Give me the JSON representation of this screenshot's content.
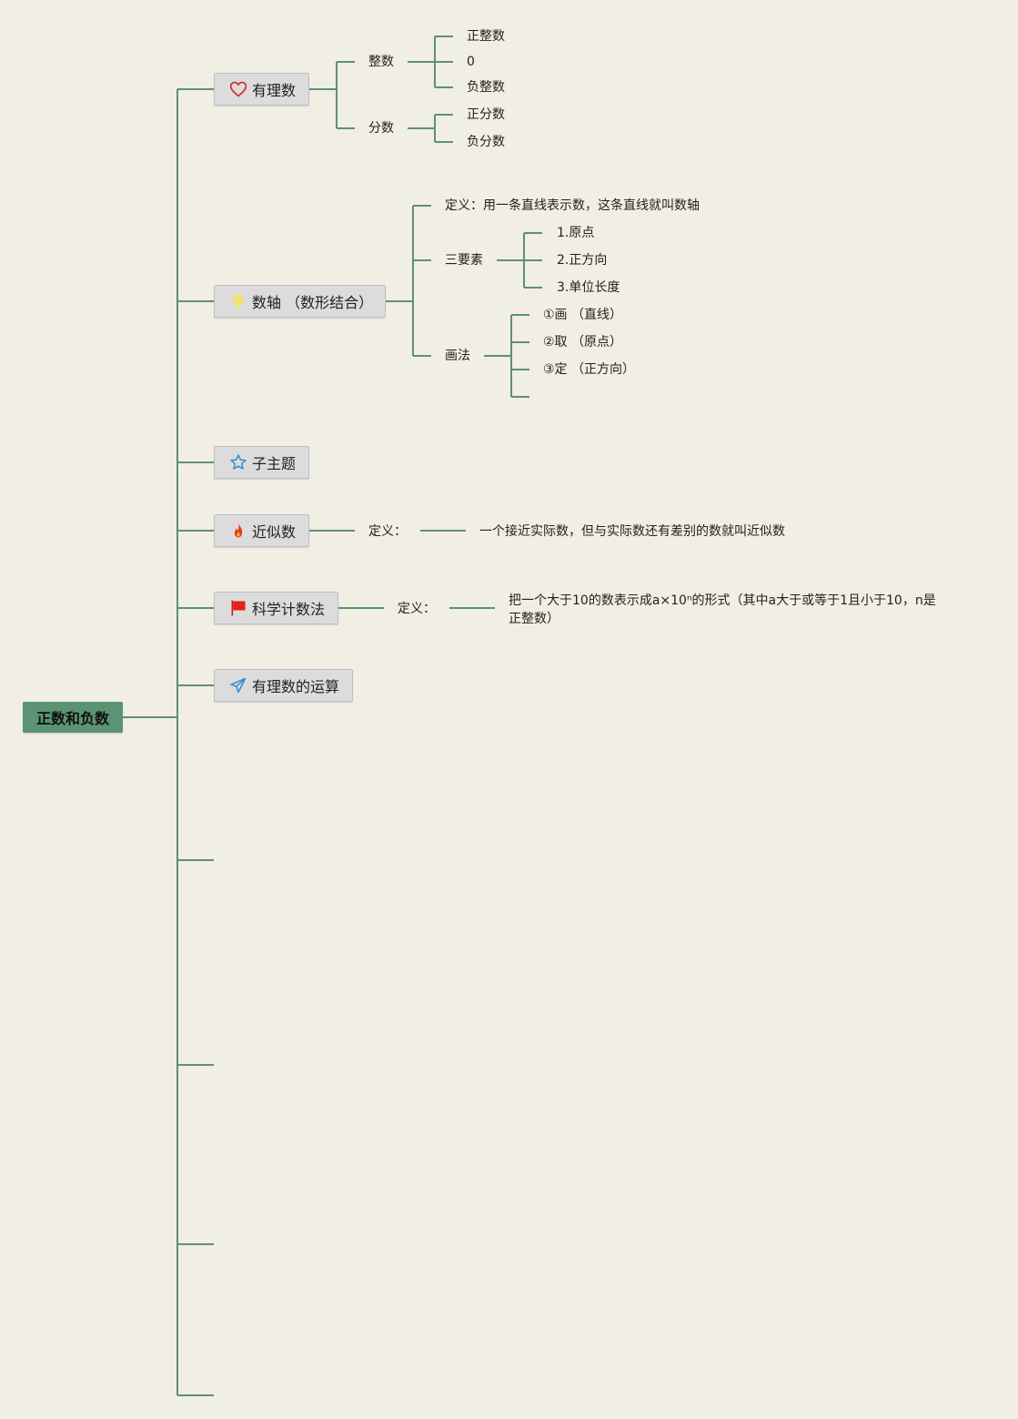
{
  "root": {
    "label": "正数和负数"
  },
  "branches": {
    "rational": {
      "label": "有理数",
      "icon": "heart-icon",
      "integer": {
        "label": "整数",
        "items": [
          "正整数",
          "0",
          "负整数"
        ]
      },
      "fraction": {
        "label": "分数",
        "items": [
          "正分数",
          "负分数"
        ]
      }
    },
    "numberline": {
      "label": "数轴 （数形结合）",
      "icon": "lightbulb-icon",
      "definition": "定义：用一条直线表示数，这条直线就叫数轴",
      "elements": {
        "label": "三要素",
        "items": [
          "1.原点",
          "2.正方向",
          "3.单位长度"
        ]
      },
      "method": {
        "label": "画法",
        "items": [
          "①画 （直线）",
          "②取 （原点）",
          "③定 （正方向）"
        ]
      }
    },
    "subtopic": {
      "label": "子主题",
      "icon": "star-icon"
    },
    "approx": {
      "label": "近似数",
      "icon": "fire-icon",
      "def_label": "定义：",
      "def_text": "一个接近实际数，但与实际数还有差别的数就叫近似数"
    },
    "scientific": {
      "label": "科学计数法",
      "icon": "flag-icon",
      "def_label": "定义：",
      "def_text": "把一个大于10的数表示成a×10ⁿ的形式（其中a大于或等于1且小于10，n是正整数）"
    },
    "operations": {
      "label": "有理数的运算",
      "icon": "paper-plane-icon"
    }
  },
  "colors": {
    "line": "#5b9277",
    "root_fill": "#5a9474",
    "node_fill": "#dcdcdc",
    "background": "#f1eee3"
  }
}
